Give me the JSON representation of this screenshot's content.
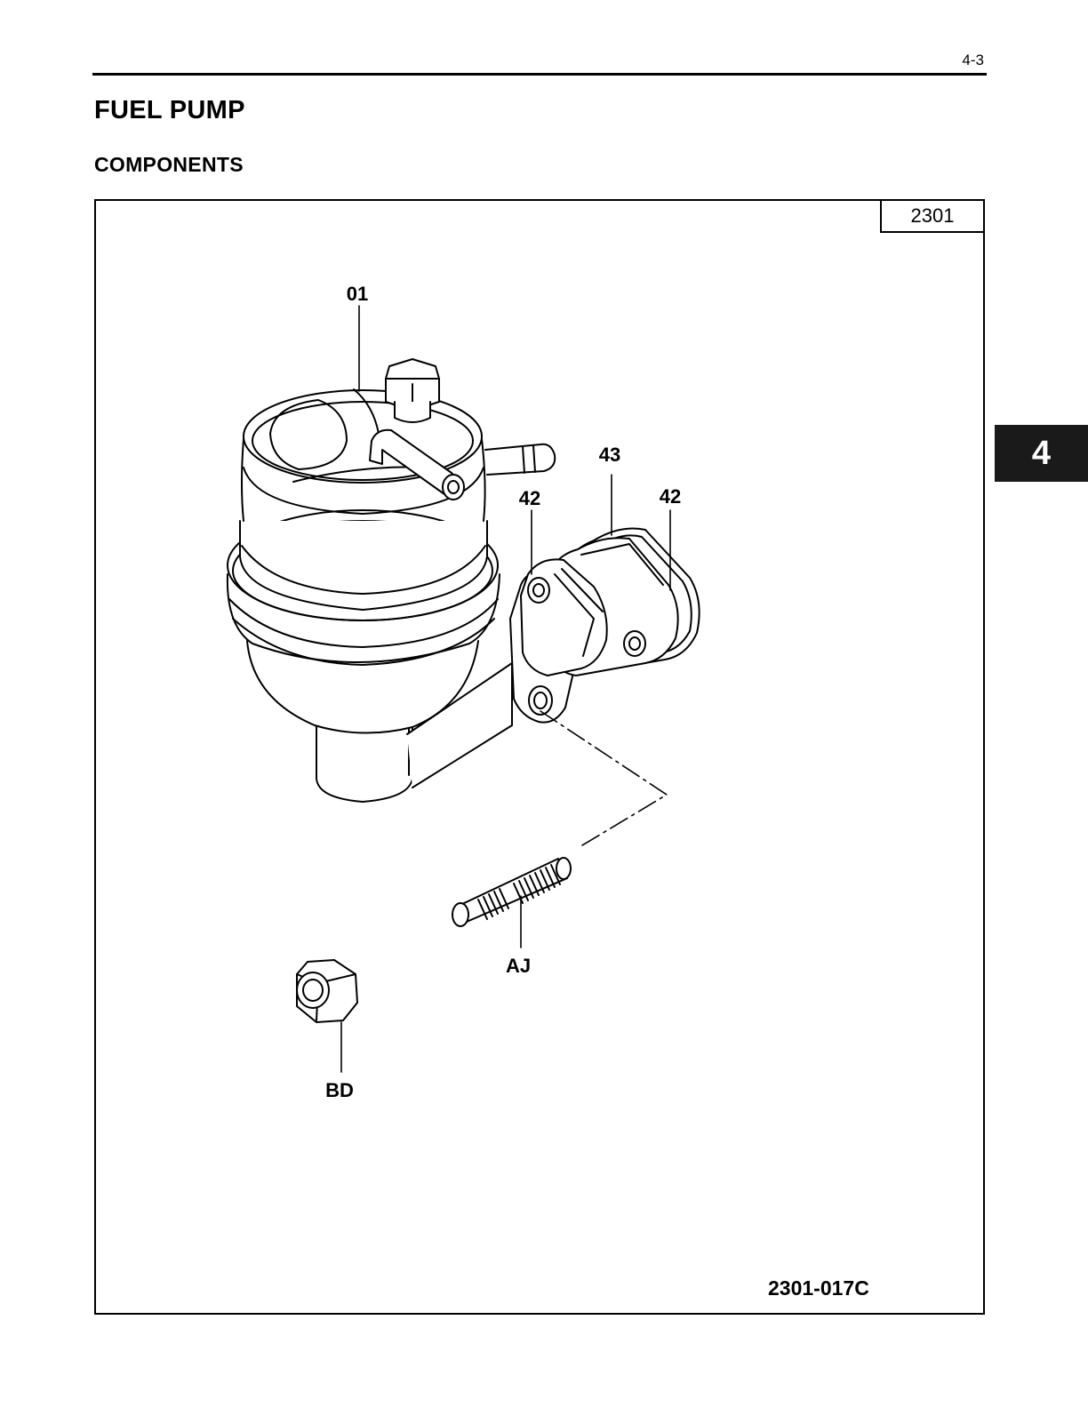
{
  "header": {
    "page_number": "4-3"
  },
  "section_title": "FUEL PUMP",
  "subsection_title": "COMPONENTS",
  "chapter_tab": "4",
  "figure": {
    "group_code": "2301",
    "figure_code": "2301-017C",
    "callouts": {
      "fuel_pump": "01",
      "gasket_inner": "42",
      "insulator": "43",
      "gasket_outer": "42",
      "stud": "AJ",
      "nut": "BD"
    }
  }
}
